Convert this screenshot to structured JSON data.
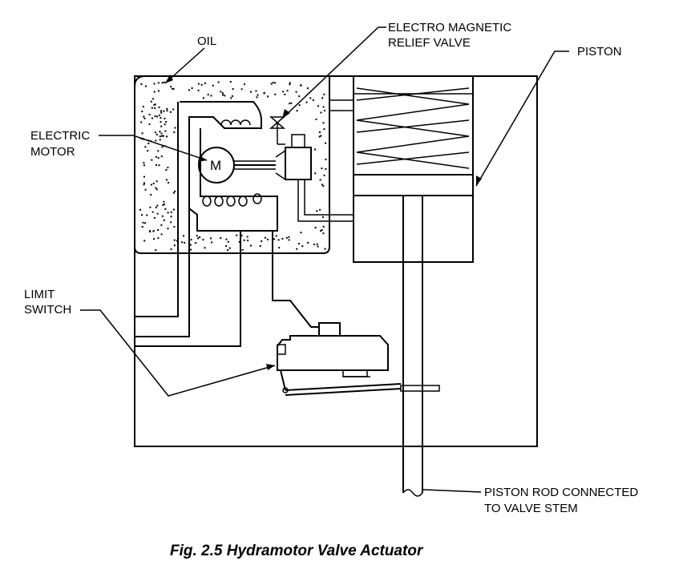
{
  "labels": {
    "oil": "OIL",
    "relief_valve_line1": "ELECTRO MAGNETIC",
    "relief_valve_line2": "RELIEF VALVE",
    "piston": "PISTON",
    "motor_line1": "ELECTRIC",
    "motor_line2": "MOTOR",
    "motor_symbol": "M",
    "limit_switch_line1": "LIMIT",
    "limit_switch_line2": "SWITCH",
    "rod_line1": "PISTON ROD CONNECTED",
    "rod_line2": "TO VALVE STEM"
  },
  "caption": "Fig. 2.5  Hydramotor Valve Actuator"
}
